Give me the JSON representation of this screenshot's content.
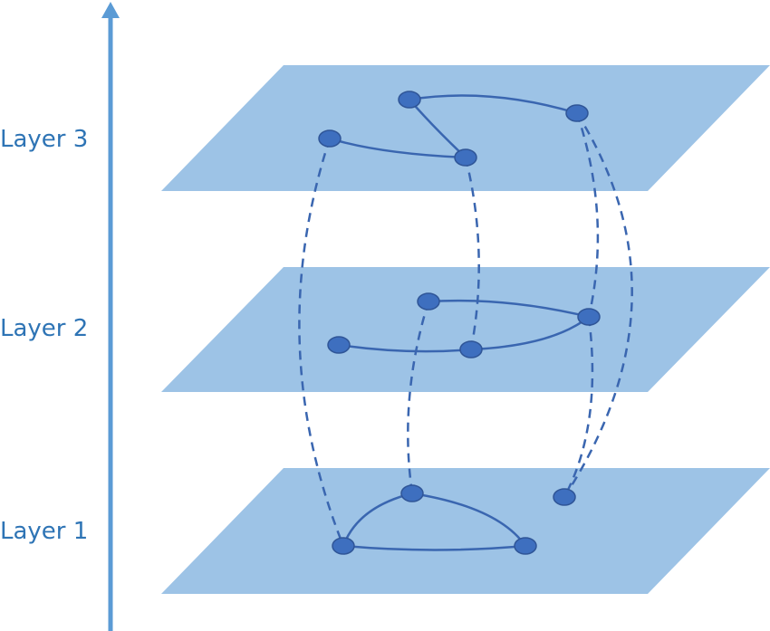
{
  "colors": {
    "axis": "#5b9bd5",
    "plane": "#9dc3e6",
    "node": "#3e6fbf",
    "node_stroke": "#2f5597",
    "edge": "#3a66b0",
    "label": "#2e74b5"
  },
  "layers": [
    {
      "id": "layer-3",
      "label": "Layer 3"
    },
    {
      "id": "layer-2",
      "label": "Layer 2"
    },
    {
      "id": "layer-1",
      "label": "Layer 1"
    }
  ],
  "nodes": [
    {
      "id": "L3a",
      "layer": "layer-3"
    },
    {
      "id": "L3b",
      "layer": "layer-3"
    },
    {
      "id": "L3c",
      "layer": "layer-3"
    },
    {
      "id": "L3d",
      "layer": "layer-3"
    },
    {
      "id": "L2a",
      "layer": "layer-2"
    },
    {
      "id": "L2b",
      "layer": "layer-2"
    },
    {
      "id": "L2c",
      "layer": "layer-2"
    },
    {
      "id": "L2d",
      "layer": "layer-2"
    },
    {
      "id": "L1a",
      "layer": "layer-1"
    },
    {
      "id": "L1b",
      "layer": "layer-1"
    },
    {
      "id": "L1c",
      "layer": "layer-1"
    },
    {
      "id": "L1d",
      "layer": "layer-1"
    }
  ],
  "intra_layer_edges": [
    {
      "from": "L3a",
      "to": "L3b"
    },
    {
      "from": "L3a",
      "to": "L3c"
    },
    {
      "from": "L3d",
      "to": "L3c"
    },
    {
      "from": "L2a",
      "to": "L2b"
    },
    {
      "from": "L2a",
      "to": "L2c"
    },
    {
      "from": "L2d",
      "to": "L2c"
    },
    {
      "from": "L1a",
      "to": "L1b"
    },
    {
      "from": "L1b",
      "to": "L1c"
    },
    {
      "from": "L1a",
      "to": "L1c"
    }
  ],
  "inter_layer_edges": [
    {
      "from": "L3d",
      "to": "L1c"
    },
    {
      "from": "L3c",
      "to": "L2c"
    },
    {
      "from": "L3b",
      "to": "L2b"
    },
    {
      "from": "L3b",
      "to": "L1d"
    },
    {
      "from": "L2a",
      "to": "L1a"
    },
    {
      "from": "L2b",
      "to": "L1d"
    }
  ]
}
